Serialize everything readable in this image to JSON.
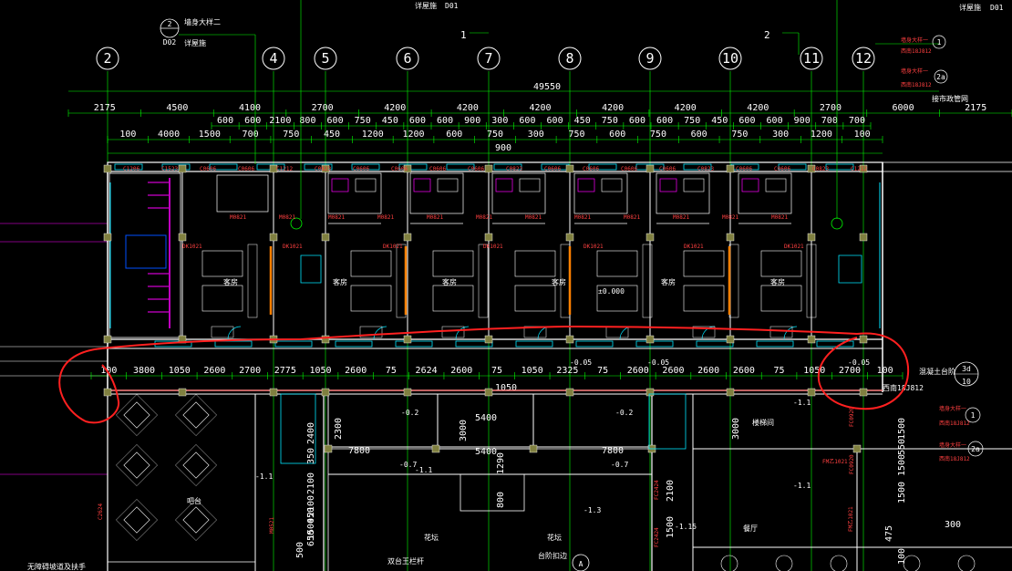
{
  "title_block": {
    "detail_ref_left": "D02",
    "detail_num_left": "2",
    "detail_note_left_1": "墙身大样二",
    "detail_note_left_2": "详屋施",
    "detail_ref_top": "D01",
    "detail_note_top": "详屋施",
    "detail_ref_right": "D01",
    "detail_note_right": "详屋施",
    "section_1": "1",
    "section_2": "2"
  },
  "grid_axes": [
    "2",
    "4",
    "5",
    "6",
    "7",
    "8",
    "9",
    "10",
    "11",
    "12"
  ],
  "overall_dim": "49550",
  "dims_row1": [
    "2175",
    "4500",
    "4100",
    "2700",
    "4200",
    "4200",
    "4200",
    "4200",
    "4200",
    "4200",
    "2700",
    "6000",
    "2175"
  ],
  "dims_row2": [
    "600",
    "600",
    "2100",
    "800",
    "600",
    "750",
    "450",
    "600",
    "600",
    "900",
    "300",
    "600",
    "600",
    "450",
    "750",
    "600",
    "600",
    "750",
    "450",
    "600",
    "600",
    "900",
    "700",
    "700"
  ],
  "dims_row3": [
    "100",
    "4000",
    "1500",
    "700",
    "750",
    "450",
    "1200",
    "1200",
    "600",
    "750",
    "300",
    "750",
    "600",
    "750",
    "600",
    "750",
    "300",
    "1200",
    "100"
  ],
  "dims_900": "900",
  "right_labels": {
    "label_a": "接市政管网",
    "wall_note_1": "墙身大样一",
    "wall_note_2": "西南18J812",
    "ref_1": "1",
    "ref_2": "2a",
    "ref_3": "3d",
    "ref_3b": "10",
    "concrete_platform": "混凝土台阶",
    "platform_ref": "西南18J812"
  },
  "window_labels": [
    "C1206",
    "C1523",
    "C0606",
    "C0606",
    "C1212",
    "C0823",
    "C0606",
    "C0606",
    "C0606",
    "C0606",
    "C0823",
    "C0606",
    "C0606",
    "C0606",
    "C0606",
    "C0823",
    "C0606",
    "C0606",
    "C0823",
    "C1212"
  ],
  "door_labels": [
    "M0821",
    "M0821",
    "M0821",
    "M0821",
    "M0821",
    "M0821",
    "M0821",
    "M0821",
    "M0821",
    "M0821",
    "M0821",
    "M0821"
  ],
  "room_doors": [
    "DK1021",
    "DK1021",
    "DK1021",
    "DK1021",
    "DK1021",
    "DK1021",
    "DK1021"
  ],
  "room_names": [
    "客房",
    "客房",
    "客房",
    "客房",
    "客房",
    "客房"
  ],
  "level_marks": [
    "±0.000",
    "-0.05",
    "-0.05",
    "-0.05",
    "-0.2",
    "-0.2",
    "-1.1",
    "-1.1",
    "-1.1",
    "-0.7",
    "-0.7",
    "-1.3",
    "-1.1",
    "-1.15"
  ],
  "corridor_dims": [
    "100",
    "3800",
    "1050",
    "2600",
    "2700",
    "2775",
    "1050",
    "2600",
    "75",
    "2624",
    "2600",
    "75",
    "1050",
    "2325",
    "75",
    "2600",
    "2600",
    "2600",
    "2600",
    "75",
    "1050",
    "2700",
    "100"
  ],
  "corridor_label": "1050",
  "lower_dims": [
    "2300",
    "3000",
    "5400",
    "5400",
    "7800",
    "7800",
    "3000",
    "2400",
    "2100",
    "350",
    "2100",
    "450",
    "1500",
    "650",
    "500",
    "1290",
    "800",
    "2100",
    "1500",
    "1500",
    "1500",
    "550",
    "1500",
    "300",
    "475",
    "100"
  ],
  "lower_labels": {
    "flower_bed_1": "花坛",
    "flower_bed_2": "花坛",
    "handrail": "双台王栏杆",
    "pool": "台阶扣边",
    "axis_a": "A",
    "bottom_left": "无障碍坡道及扶手",
    "dining": "餐厅",
    "door_fm": "FM乙1021",
    "door_fm2": "FM乙1021",
    "door_fc": "FC0920",
    "door_fc2": "FC0920",
    "door_fc3": "FC2424",
    "door_fc4": "FC2424",
    "bar": "吧台",
    "stair": "楼梯间",
    "c2624": "C2624",
    "m0521": "M0521"
  },
  "markup_color": "#ff2020",
  "colors": {
    "wall": "#ffffff",
    "grid": "#00ff00",
    "dim": "#00ff00",
    "window": "#00e5ff",
    "door": "#00e5ff",
    "furniture": "#ffffff",
    "fixture": "#ff00ff",
    "column": "#808040",
    "highlight": "#ff8000",
    "level": "#00ff00"
  }
}
